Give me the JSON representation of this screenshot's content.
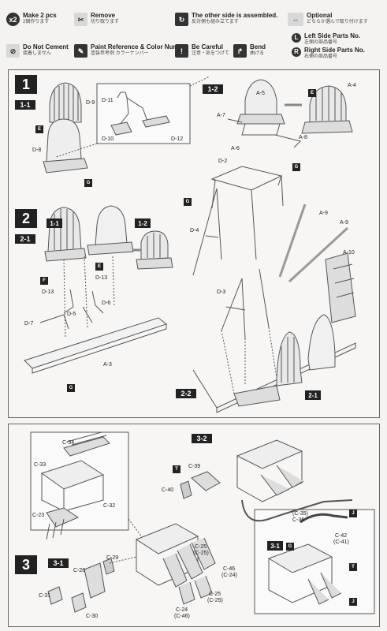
{
  "legend": {
    "make2": {
      "title": "Make 2 pcs",
      "sub": "2個作ります",
      "icon": "x2"
    },
    "remove": {
      "title": "Remove",
      "sub": "切り取ります"
    },
    "other_side": {
      "title": "The other side is assembled.",
      "sub": "反対側も組み立てます"
    },
    "optional": {
      "title": "Optional",
      "sub": "どちらか選んで取り付けます"
    },
    "no_cement": {
      "title": "Do Not Cement",
      "sub": "接着しません"
    },
    "paint": {
      "title": "Paint Reference & Color Number",
      "sub": "塗装参考例 カラーナンバー"
    },
    "careful": {
      "title": "Be Careful",
      "sub": "注意・気をつけて",
      "icon": "!"
    },
    "bend": {
      "title": "Bend",
      "sub": "曲げる"
    },
    "left_side": {
      "title": "Left Side Parts No.",
      "sub": "左側の部品番号",
      "icon": "L"
    },
    "right_side": {
      "title": "Right Side Parts No.",
      "sub": "右側の部品番号",
      "icon": "R"
    }
  },
  "steps": {
    "s1": "1",
    "s1_1": "1-1",
    "s1_2": "1-2",
    "s2": "2",
    "s2_1": "2-1",
    "s2_2": "2-2",
    "s3": "3",
    "s3_1": "3-1",
    "s3_2": "3-2",
    "ref_1_1": "1-1",
    "ref_1_2": "1-2",
    "ref_2_1": "2-1",
    "ref_3_1": "3-1"
  },
  "parts": {
    "d9": "D-9",
    "d8": "D-8",
    "d11": "D-11",
    "d10": "D-10",
    "d12": "D-12",
    "a5": "A-5",
    "a4": "A-4",
    "a7": "A-7",
    "a6": "A-6",
    "a8": "A-8",
    "d2": "D-2",
    "d4": "D-4",
    "a9a": "A-9",
    "a9b": "A-9",
    "a10": "A-10",
    "d3": "D-3",
    "d13a": "D-13",
    "d13b": "D-13",
    "d5": "D-5",
    "d6": "D-6",
    "d7": "D-7",
    "a3": "A-3",
    "c34": "C-34",
    "c33": "C-33",
    "c32": "C-32",
    "c23": "C-23",
    "c39": "C-39",
    "c40": "C-40",
    "c35": "(C-35)",
    "c36": "C-36",
    "c29": "C-29",
    "c28": "C-28",
    "c31": "C-31",
    "c30": "C-30",
    "c25a": "C-25",
    "c25a_alt": "(C-25)",
    "c46": "C-46",
    "c46_alt": "(C-24)",
    "c24": "C-24",
    "c24_alt": "(C-46)",
    "c25b": "C-25",
    "c25b_alt": "(C-25)",
    "c42": "C-42",
    "c42_alt": "(C-41)"
  },
  "color_codes": {
    "e1": "E",
    "e2": "E",
    "e3": "E",
    "g1": "G",
    "g2": "G",
    "g3": "G",
    "g4": "G",
    "f1": "F",
    "t1": "T",
    "t2": "T",
    "j1": "J",
    "j2": "J"
  },
  "colors": {
    "ink": "#222222",
    "line": "#555555",
    "paper": "#f4f3f1"
  }
}
